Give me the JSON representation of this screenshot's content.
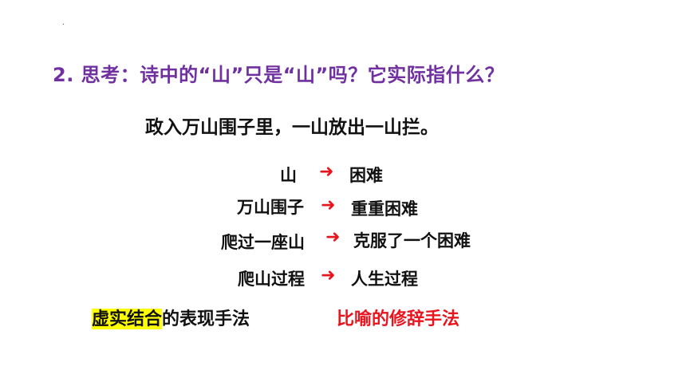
{
  "slide": {
    "dot": "·",
    "question": "2. 思考：诗中的“山”只是“山”吗？它实际指什么？",
    "poem_line": "政入万山围子里，一山放出一山拦。",
    "mapping": [
      {
        "term": "山",
        "arrow": "➜",
        "meaning": "困难"
      },
      {
        "term": "万山围子",
        "arrow": "➜",
        "meaning": "重重困难"
      },
      {
        "term": "爬过一座山",
        "arrow": "➜",
        "meaning": "克服了一个困难"
      },
      {
        "term": "爬山过程",
        "arrow": "➜",
        "meaning": "人生过程"
      }
    ],
    "technique_highlight": "虚实结合",
    "technique_rest": "的表现手法",
    "rhetoric": "比喻的修辞手法"
  },
  "colors": {
    "question": "#7030a0",
    "arrow": "#e8141e",
    "highlight": "#ffff00",
    "rhetoric": "#e8141e"
  }
}
